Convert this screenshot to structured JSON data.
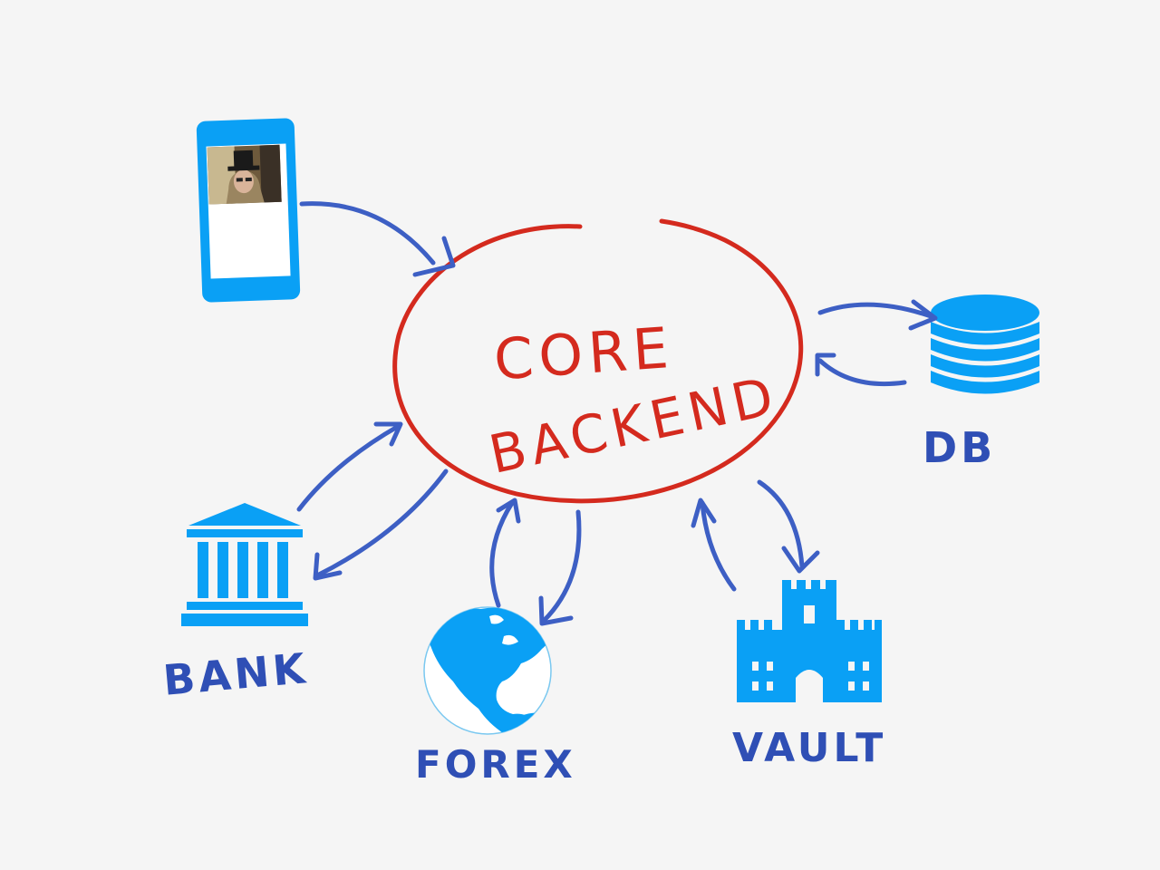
{
  "diagram": {
    "center": {
      "line1": "CORE",
      "line2": "BACKEND"
    },
    "nodes": {
      "db": {
        "label": "DB",
        "icon": "database-icon"
      },
      "bank": {
        "label": "BANK",
        "icon": "bank-icon"
      },
      "forex": {
        "label": "FOREX",
        "icon": "globe-icon"
      },
      "vault": {
        "label": "VAULT",
        "icon": "castle-icon"
      },
      "phone": {
        "icon": "phone-icon"
      }
    }
  },
  "colors": {
    "background": "#f5f5f5",
    "core_ring": "#d42a1e",
    "core_text": "#d42a1e",
    "arrow": "#3d5fc4",
    "label": "#2f4fb5",
    "icon": "#0aa0f5",
    "phone_screen": "#ffffff"
  }
}
